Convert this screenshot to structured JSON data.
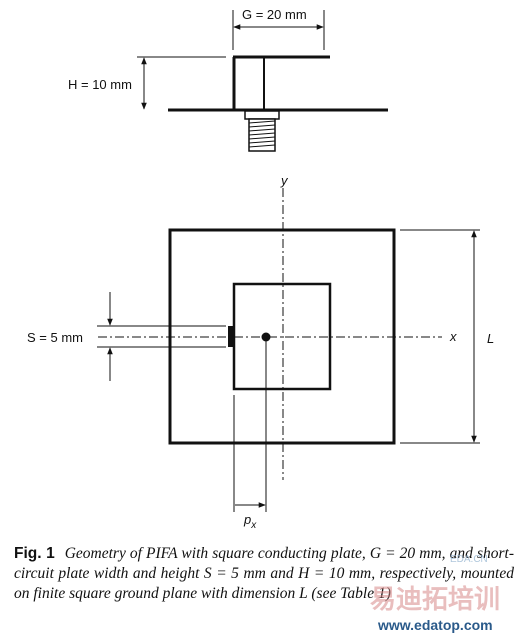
{
  "top_view": {
    "g_label": "G = 20 mm",
    "h_label": "H = 10 mm"
  },
  "plan_view": {
    "y_axis": "y",
    "x_axis": "x",
    "s_label": "S = 5 mm",
    "l_label": "L",
    "px_label": "p",
    "px_sub": "x"
  },
  "caption": {
    "fig_label": "Fig. 1",
    "text": "Geometry of PIFA with square conducting plate, G = 20 mm, and short-circuit plate width and height S = 5 mm and H = 10 mm, respectively, mounted on finite square ground plane with dimension L (see Table 1)"
  },
  "watermark": {
    "site_small": "EDA.CN",
    "brand": "易迪拓培训",
    "url": "www.edatop.com"
  },
  "colors": {
    "ink": "#111111",
    "watermark_blue": "#7da7c9",
    "watermark_red": "#c85a5a",
    "watermark_green": "#8fbf8f"
  }
}
